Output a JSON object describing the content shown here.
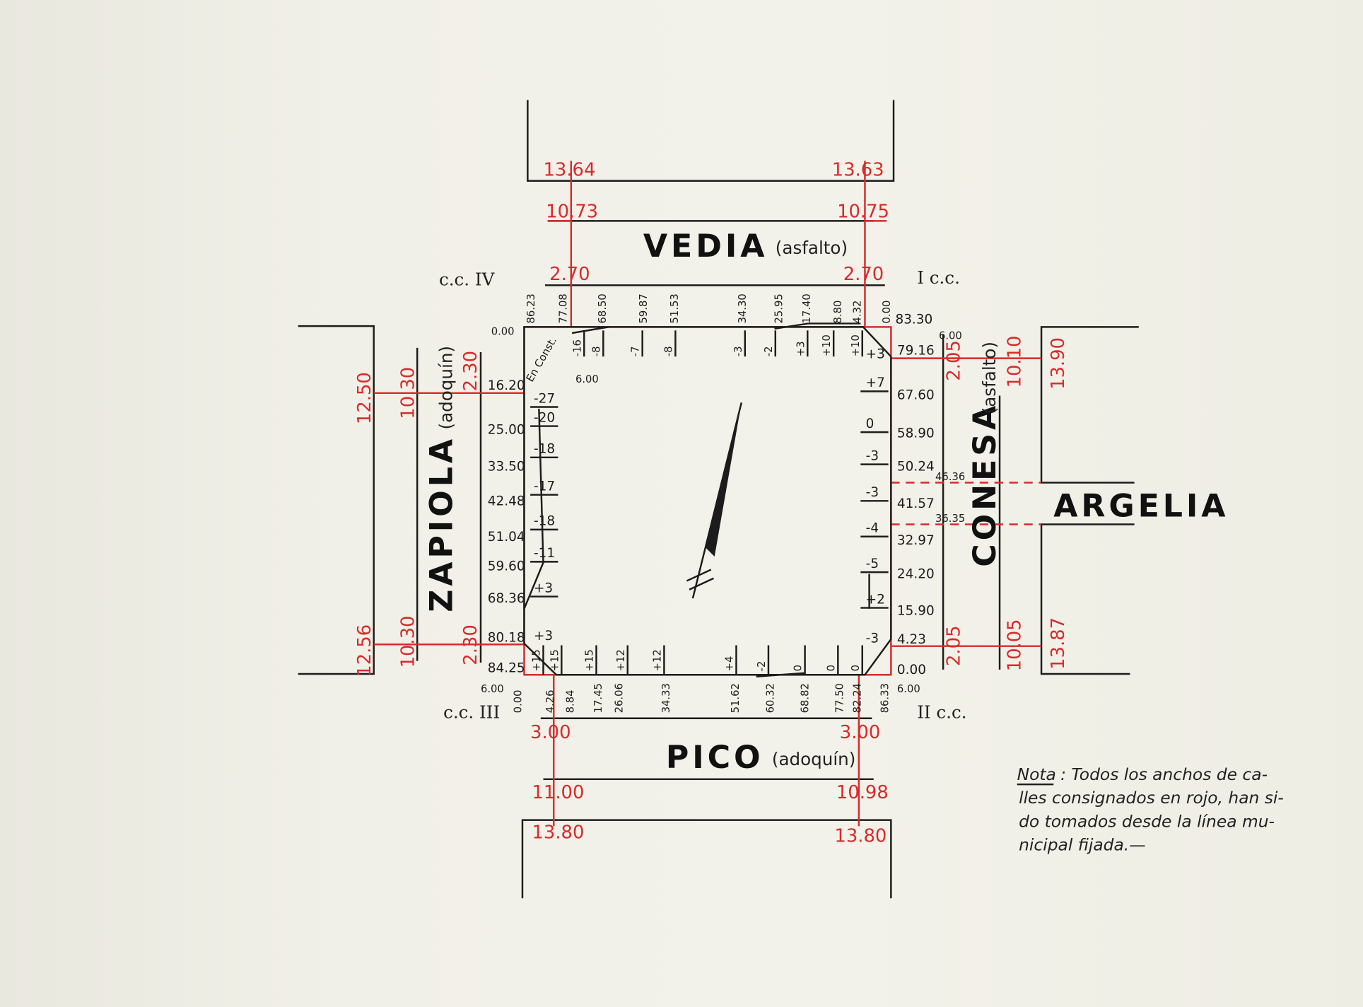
{
  "streets": {
    "vedia": {
      "name": "VEDIA",
      "surface": "(asfalto)"
    },
    "pico": {
      "name": "PICO",
      "surface": "(adoquín)"
    },
    "zapiola": {
      "name": "ZAPIOLA",
      "surface": "(adoquín)"
    },
    "conesa": {
      "name": "CONESA",
      "surface": "(asfalto)"
    },
    "argelia": {
      "name": "ARGELIA"
    }
  },
  "corners": {
    "iv": "c.c. IV",
    "i": "I c.c.",
    "iii": "c.c. III",
    "ii": "II c.c."
  },
  "widths": {
    "vedia_left": [
      "13.64",
      "10.73",
      "2.70"
    ],
    "vedia_right": [
      "13.63",
      "10.75",
      "2.70"
    ],
    "pico_left": [
      "3.00",
      "11.00",
      "13.80"
    ],
    "pico_right": [
      "3.00",
      "10.98",
      "13.80"
    ],
    "zapiola_top": [
      "12.50",
      "10.30",
      "2.30"
    ],
    "zapiola_bottom": [
      "12.56",
      "10.30",
      "2.30"
    ],
    "conesa_top": [
      "2.05",
      "10.10",
      "13.90"
    ],
    "conesa_bottom": [
      "2.05",
      "10.05",
      "13.87"
    ]
  },
  "north": {
    "corner_left": "0.00",
    "distances": [
      "86.23",
      "77.08",
      "68.50",
      "59.87",
      "51.53",
      "34.30",
      "25.95",
      "17.40",
      "8.80",
      "4.32",
      "0.00"
    ],
    "corner_right": "83.30",
    "offsets": [
      "-16",
      "-8",
      "-7",
      "-8",
      "-3",
      "-2",
      "+3",
      "+10",
      "+10"
    ]
  },
  "south": {
    "distances": [
      "0.00",
      "4.26",
      "8.84",
      "17.45",
      "26.06",
      "34.33",
      "51.62",
      "60.32",
      "68.82",
      "77.50",
      "82.24",
      "86.33"
    ],
    "offsets": [
      "+15",
      "+15",
      "+15",
      "+12",
      "+12",
      "+4",
      "-2",
      "0",
      "0",
      "0"
    ]
  },
  "west": {
    "distances": [
      "16.20",
      "25.00",
      "33.50",
      "42.48",
      "51.04",
      "59.60",
      "68.36",
      "80.18",
      "84.25"
    ],
    "offsets": [
      "-27",
      "-20",
      "-18",
      "-17",
      "-18",
      "-11",
      "+3",
      "+3"
    ],
    "note": "En Const."
  },
  "east": {
    "distances": [
      "79.16",
      "67.60",
      "58.90",
      "50.24",
      "41.57",
      "32.97",
      "24.20",
      "15.90",
      "4.23",
      "0.00"
    ],
    "offsets": [
      "+3",
      "+7",
      "0",
      "-3",
      "-3",
      "-4",
      "-5",
      "+2",
      "-3"
    ]
  },
  "argelia_marks": [
    "46.36",
    "36.35"
  ],
  "chamfers": [
    "6.00",
    "6.00",
    "6.00",
    "6.00"
  ],
  "nota": {
    "label": "Nota",
    "lines": [
      ": Todos los anchos de ca-",
      "lles consignados en rojo, han si-",
      "do tomados desde la línea mu-",
      "nicipal fijada.—"
    ]
  },
  "colors": {
    "ink": "#1c1c1c",
    "red": "#d92a2a",
    "paper": "#f1f0e8"
  }
}
